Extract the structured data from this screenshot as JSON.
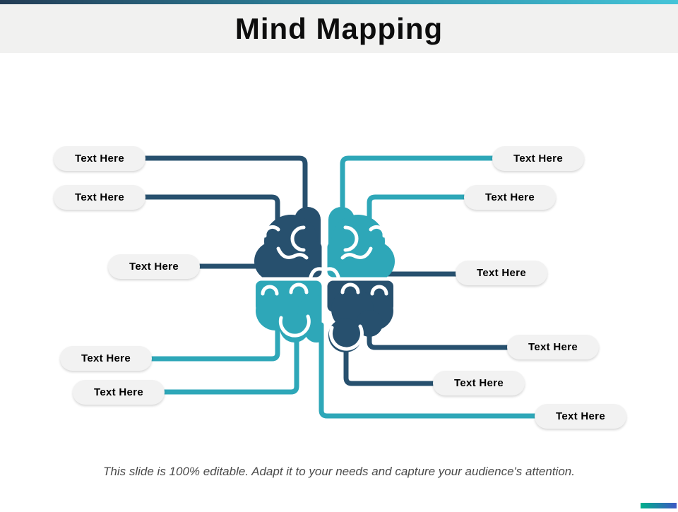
{
  "slide": {
    "title": "Mind Mapping",
    "footer": "This slide is 100% editable. Adapt it to your needs and capture your audience's attention."
  },
  "nodes": {
    "left": [
      {
        "label": "Text Here"
      },
      {
        "label": "Text Here"
      },
      {
        "label": "Text Here"
      },
      {
        "label": "Text Here"
      },
      {
        "label": "Text Here"
      }
    ],
    "right": [
      {
        "label": "Text Here"
      },
      {
        "label": "Text Here"
      },
      {
        "label": "Text Here"
      },
      {
        "label": "Text Here"
      },
      {
        "label": "Text Here"
      },
      {
        "label": "Text Here"
      }
    ]
  },
  "icons": {
    "center_icon": "split-brain-icon"
  },
  "colors": {
    "navy": "#27506e",
    "teal": "#2ea7b8",
    "pill_bg": "#f2f2f2",
    "header_band": "#f1f1f0",
    "header_gradient_left": "#233c55",
    "header_gradient_mid": "#2e8fa8",
    "header_gradient_right": "#45c4d8",
    "corner_gradient_left": "#00b08b",
    "corner_gradient_right": "#3e57c4",
    "footer_text": "#4a4a4a"
  }
}
